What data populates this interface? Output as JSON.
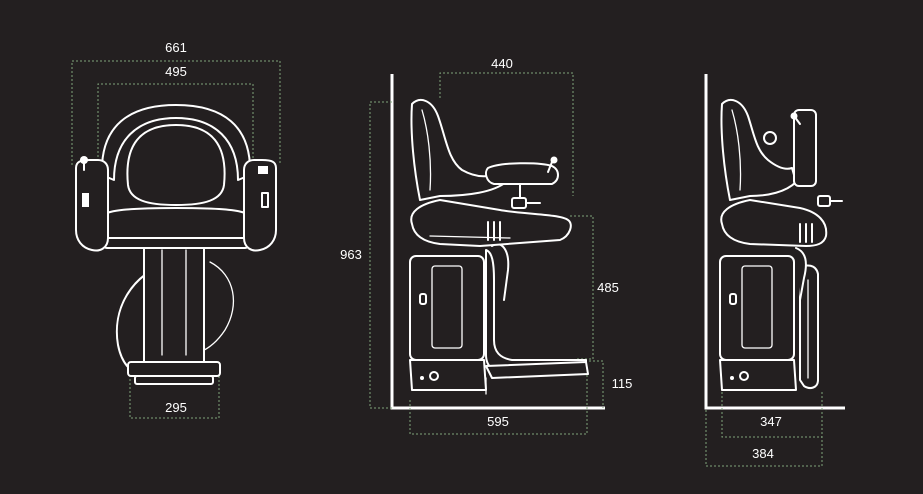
{
  "colors": {
    "background": "#231f20",
    "line": "#ffffff",
    "dimension": "#7fa37a"
  },
  "front_view": {
    "overall_width": "661",
    "seat_width": "495",
    "base_width": "295"
  },
  "side_view": {
    "depth_top": "440",
    "overall_height": "963",
    "seat_height": "485",
    "footrest_height": "115",
    "overall_depth": "595"
  },
  "folded_view": {
    "folded_depth": "347",
    "folded_depth_total": "384"
  }
}
